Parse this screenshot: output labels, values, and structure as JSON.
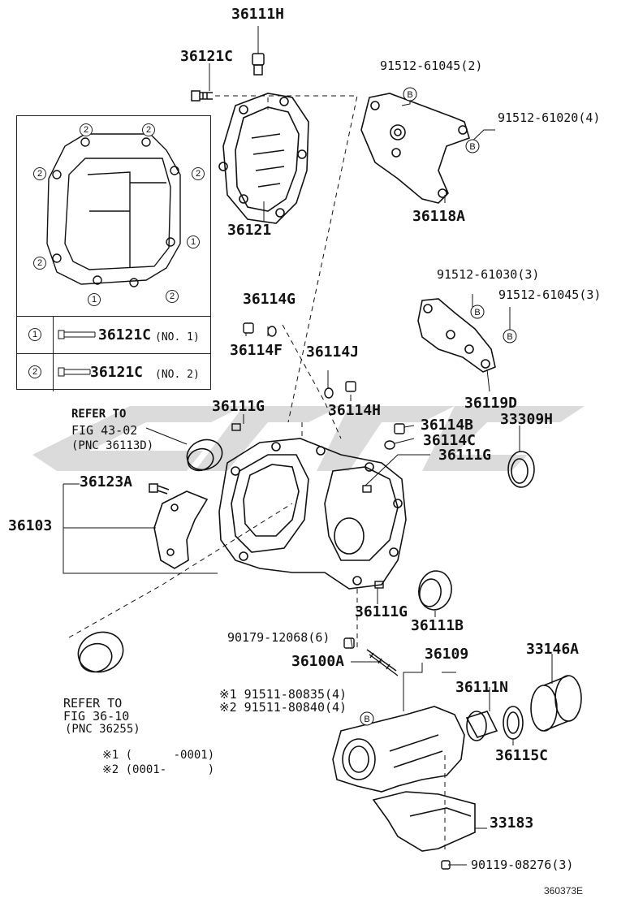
{
  "labels": {
    "p36111H": "36111H",
    "p36121C": "36121C",
    "p36121": "36121",
    "p91512_61045_2": "91512-61045(2)",
    "p91512_61020_4": "91512-61020(4)",
    "p36118A": "36118A",
    "p91512_61030_3": "91512-61030(3)",
    "p91512_61045_3": "91512-61045(3)",
    "p36114G": "36114G",
    "p36114F": "36114F",
    "p36114J": "36114J",
    "p36114H": "36114H",
    "p36119D": "36119D",
    "p36111G_a": "36111G",
    "p36114B": "36114B",
    "p36114C": "36114C",
    "p36111G_b": "36111G",
    "p33309H": "33309H",
    "p36123A": "36123A",
    "p36103": "36103",
    "p36111G_c": "36111G",
    "p36111B": "36111B",
    "p90179": "90179-12068(6)",
    "p36100A": "36100A",
    "p36109": "36109",
    "p33146A": "33146A",
    "p36111N": "36111N",
    "p91511_80835": "※1 91511-80835(4)",
    "p91511_80840": "※2 91511-80840(4)",
    "p36115C": "36115C",
    "p33183": "33183",
    "p90119": "90119-08276(3)"
  },
  "refs": {
    "ref1_line1": "REFER TO",
    "ref1_line2": "FIG 43-02",
    "ref1_line3": "(PNC 36113D)",
    "ref2_line1": "REFER TO",
    "ref2_line2": "FIG 36-10",
    "ref2_line3": "(PNC 36255)"
  },
  "notes": {
    "note1": "※1 (      -0001)",
    "note2": "※2 (0001-      )"
  },
  "inset": {
    "row1_num": "1",
    "row1_label": "36121C",
    "row1_sub": "(NO. 1)",
    "row2_num": "2",
    "row2_label": "36121C",
    "row2_sub": "(NO. 2)"
  },
  "figure_id": "360373E",
  "callout_b": "B"
}
